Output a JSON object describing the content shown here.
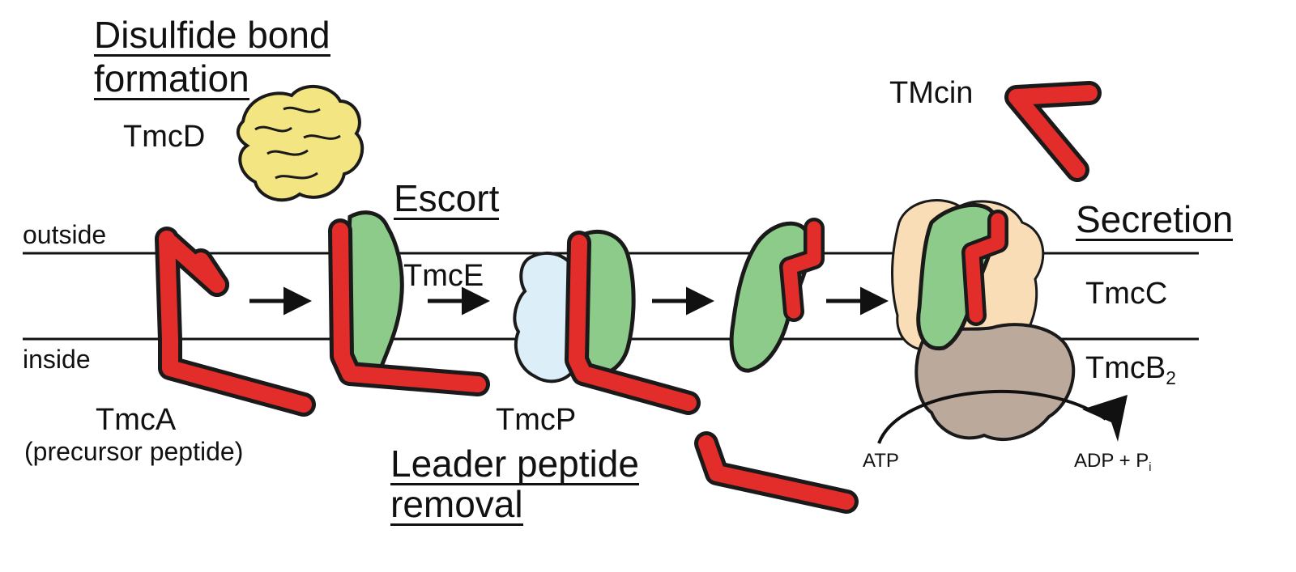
{
  "labels": {
    "disulfide_line1": "Disulfide bond",
    "disulfide_line2": "formation",
    "tmcd": "TmcD",
    "escort": "Escort",
    "tmce": "TmcE",
    "outside": "outside",
    "inside": "inside",
    "tmca": "TmcA",
    "precursor": "(precursor peptide)",
    "tmcp": "TmcP",
    "leader_line1": "Leader peptide",
    "leader_line2": "removal",
    "tmcin": "TMcin",
    "secretion": "Secretion",
    "tmcc": "TmcC",
    "tmcb": "TmcB",
    "tmcb_sub": "2",
    "atp": "ATP",
    "adp": "ADP + P",
    "adp_sub": "i"
  },
  "colors": {
    "peptide": "#e32d2a",
    "outline": "#1a1a1a",
    "tmcd": "#f3e682",
    "tmce": "#8ccb8a",
    "tmcp": "#dceff8",
    "tmcc": "#f9ddb6",
    "tmcb": "#bba99c",
    "membrane": "#111111"
  }
}
